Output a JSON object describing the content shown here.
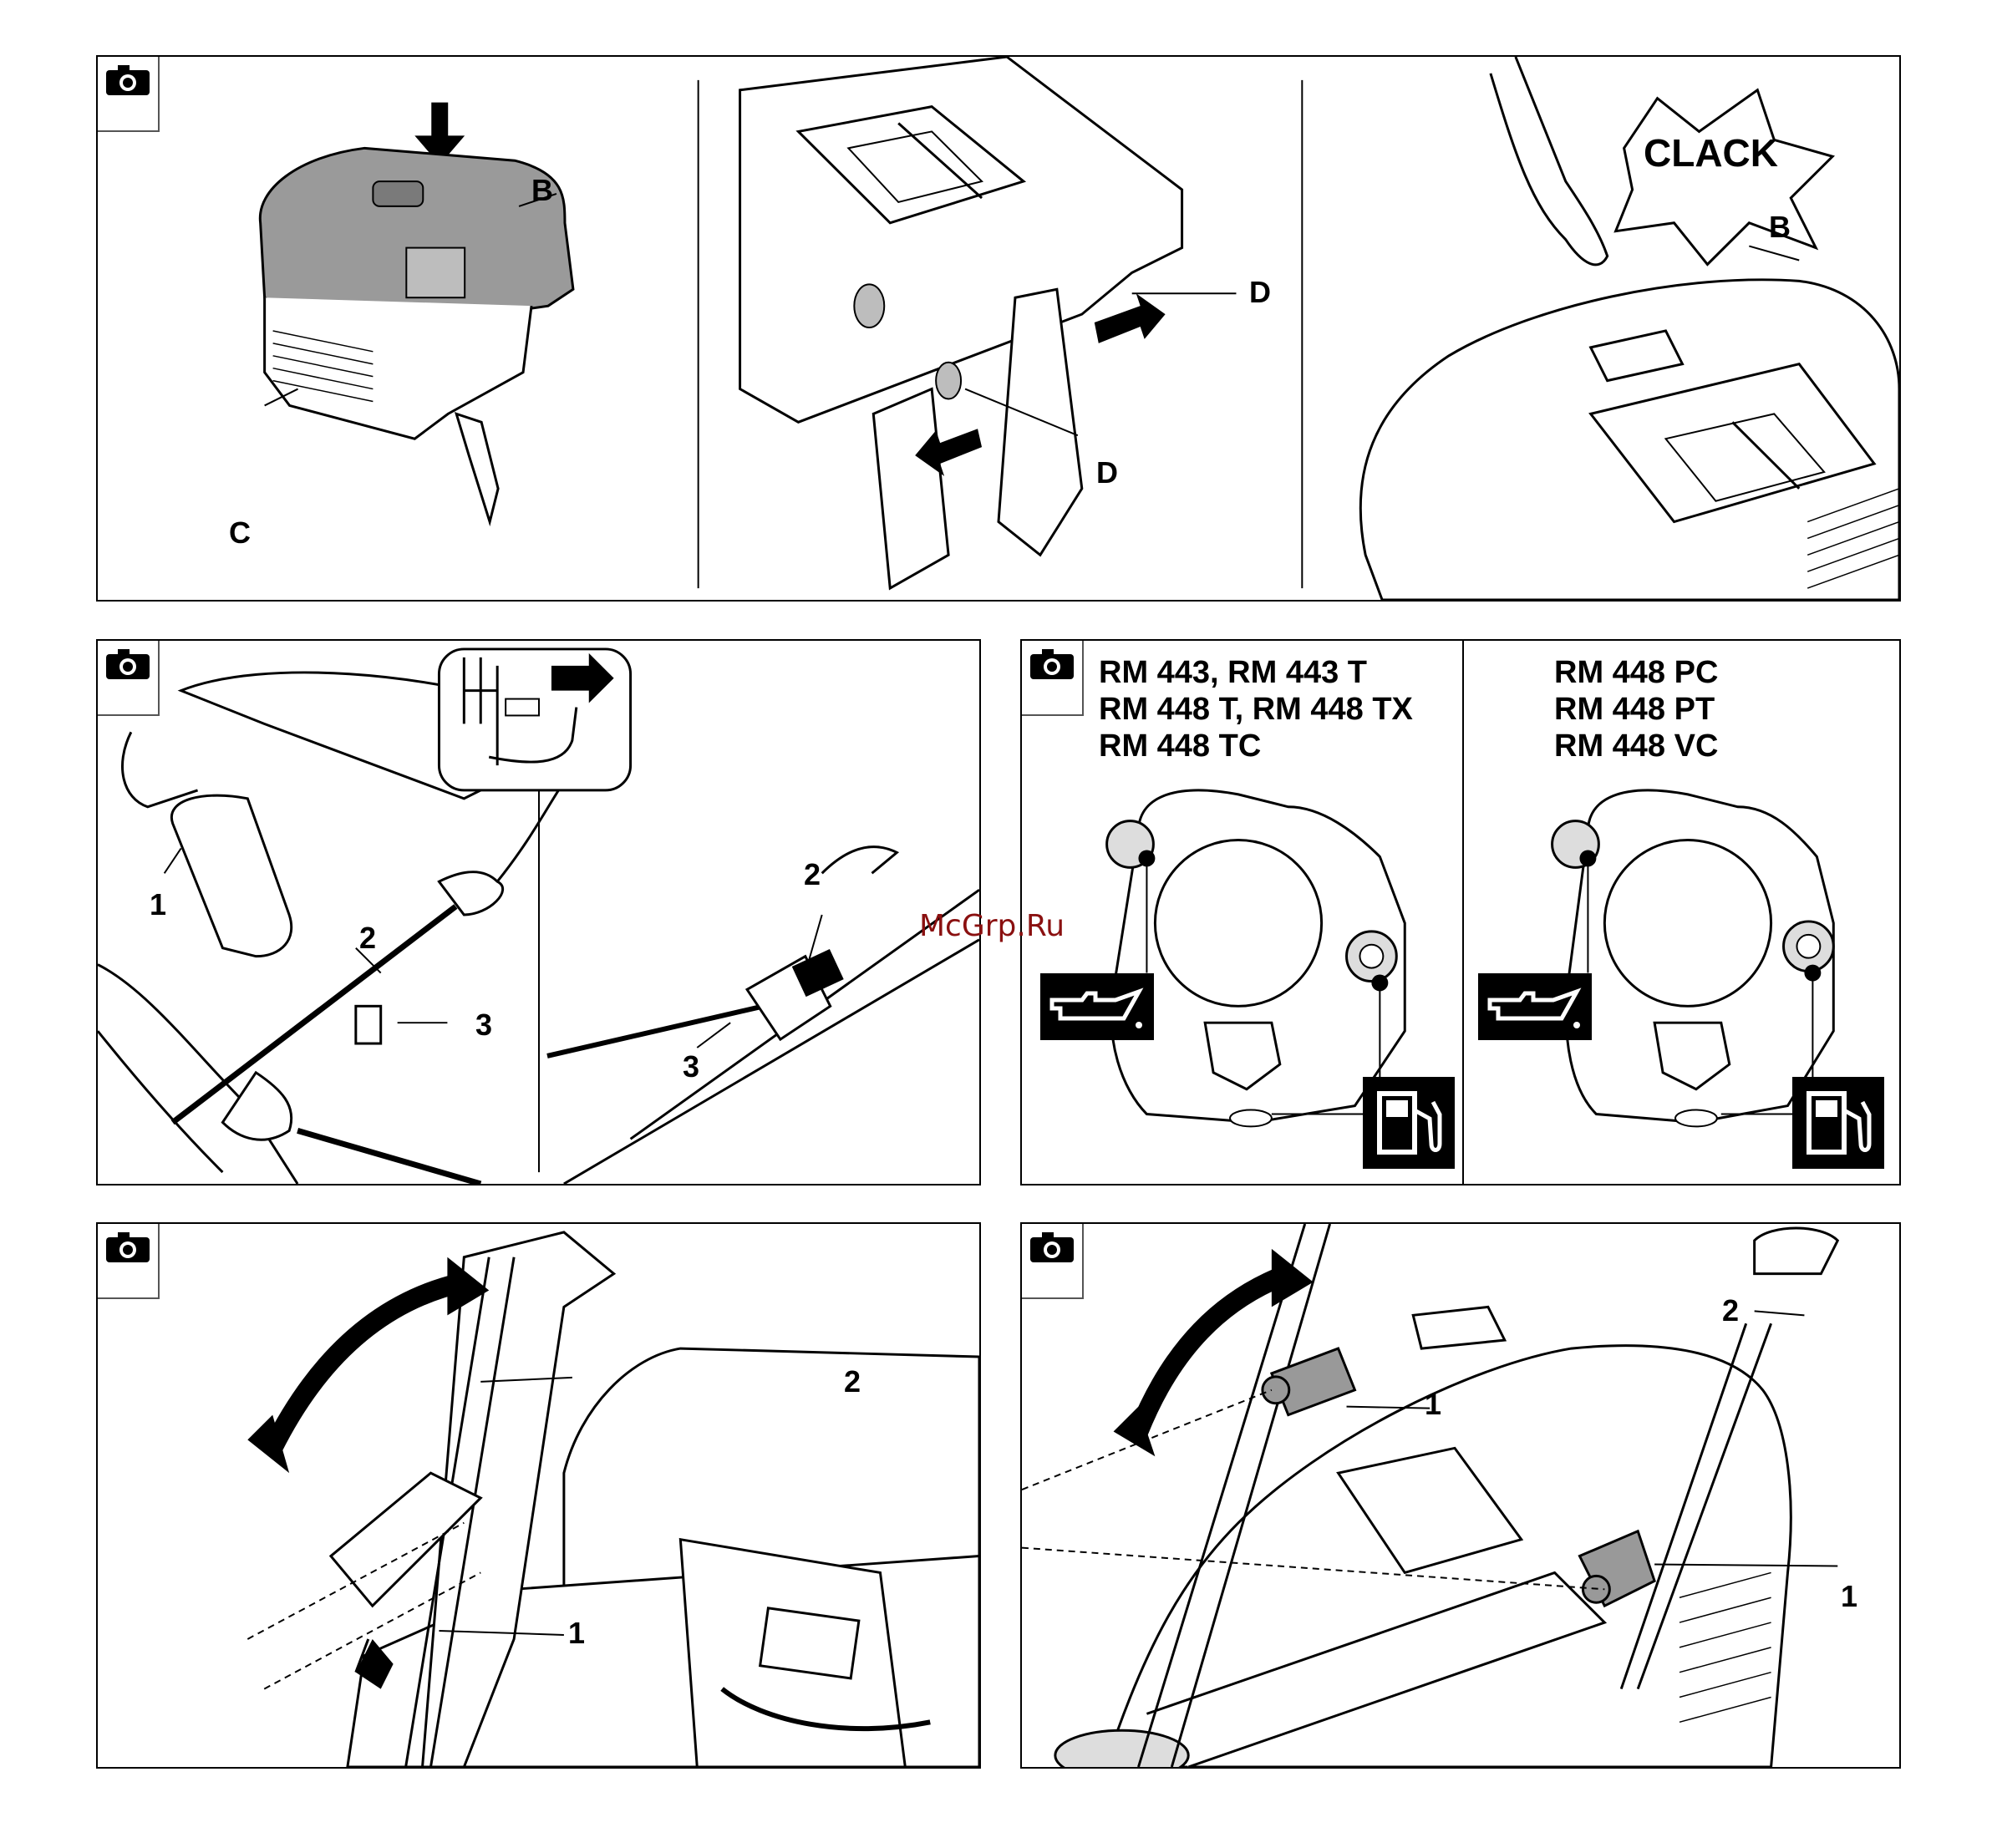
{
  "watermark": "McGrp.Ru",
  "panels": {
    "p1": {
      "labels": {
        "B_left": "B",
        "C": "C",
        "D_top": "D",
        "D_bottom": "D",
        "B_right": "B"
      },
      "clack": "CLACK"
    },
    "p2": {
      "labels": {
        "n1": "1",
        "n2": "2",
        "n3": "3",
        "n2b": "2",
        "n3b": "3"
      }
    },
    "p3": {
      "left_models": [
        "RM 443, RM 443 T",
        "RM 448 T, RM 448 TX",
        "RM 448 TC"
      ],
      "right_models": [
        "RM 448 PC",
        "RM 448 PT",
        "RM 448 VC"
      ],
      "icons": [
        "oil-can-icon",
        "fuel-pump-icon"
      ]
    },
    "p4": {
      "labels": {
        "n1": "1",
        "n2": "2"
      }
    },
    "p5": {
      "labels": {
        "n1a": "1",
        "n1b": "1",
        "n2": "2"
      }
    }
  }
}
